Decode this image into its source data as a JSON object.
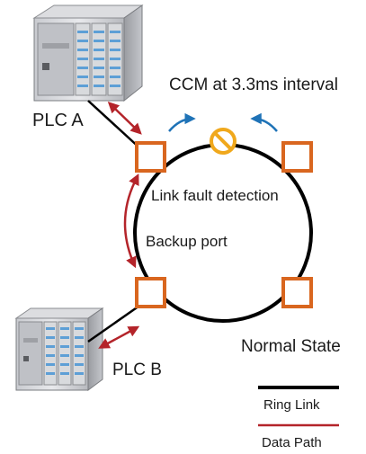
{
  "labels": {
    "plc_a": "PLC A",
    "plc_b": "PLC B",
    "ccm": "CCM at 3.3ms interval",
    "link_fault": "Link fault detection",
    "backup_port": "Backup port",
    "normal_state": "Normal State"
  },
  "legend": {
    "ring_link": "Ring Link",
    "data_path": "Data Path"
  },
  "colors": {
    "ring": "#000000",
    "data_path": "#b4242a",
    "node_border": "#d9661f",
    "ccm_arrow": "#1f73b7",
    "fault_symbol": "#f0a81c"
  },
  "icons": {
    "plc": "plc-device-icon",
    "fault": "prohibited-icon"
  }
}
